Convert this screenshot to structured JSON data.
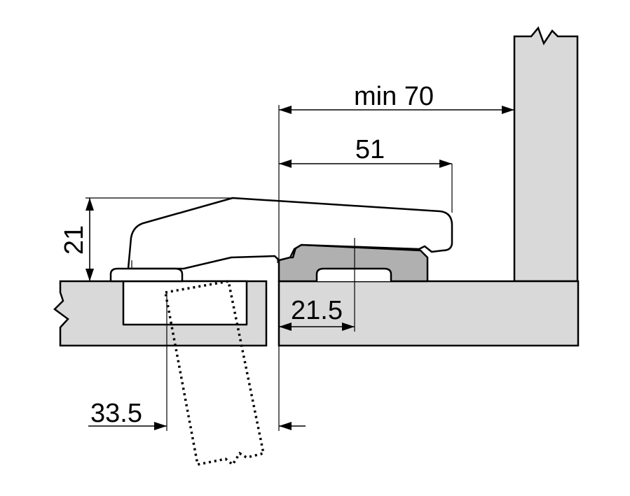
{
  "dimensions": {
    "min_distance": "min 70",
    "hinge_depth": "51",
    "height": "21",
    "plate_offset": "21.5",
    "door_offset": "33.5"
  }
}
